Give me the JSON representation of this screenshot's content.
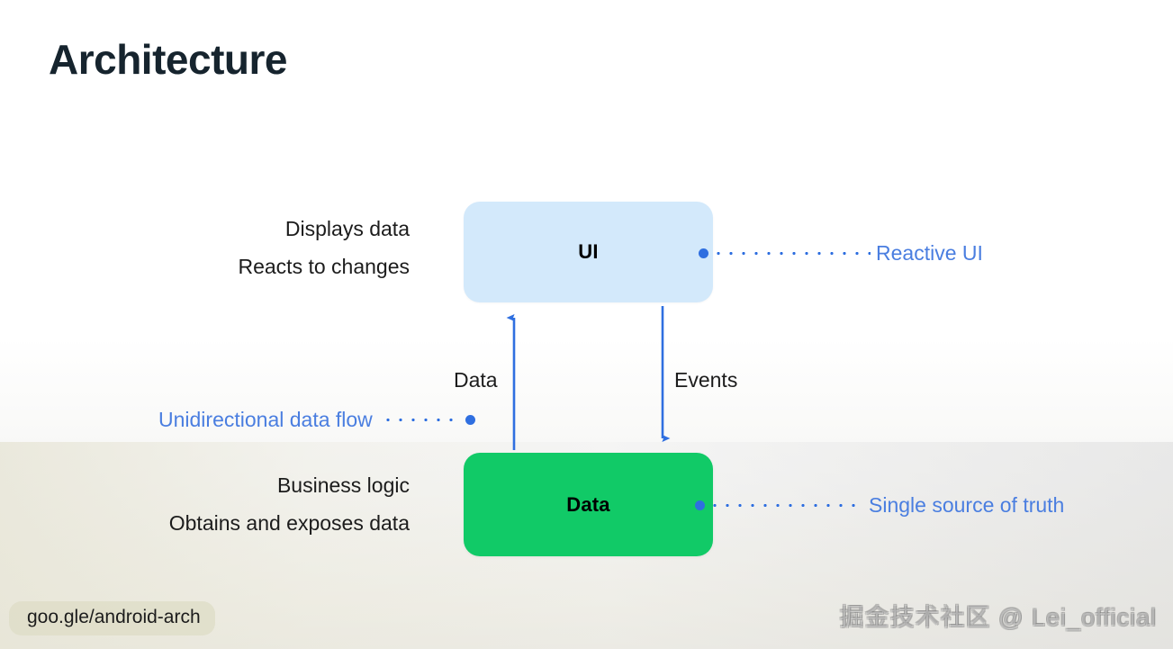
{
  "slide": {
    "title": "Architecture",
    "background_top": "#ffffff",
    "background_bottom": "#e7e5da"
  },
  "diagram": {
    "nodes": [
      {
        "id": "ui",
        "label": "UI",
        "color": "#d3e9fb",
        "text_color": "#000000",
        "descriptions": [
          "Displays data",
          "Reacts to changes"
        ]
      },
      {
        "id": "data",
        "label": "Data",
        "color": "#11ca67",
        "text_color": "#000000",
        "descriptions": [
          "Business logic",
          "Obtains and exposes data"
        ]
      }
    ],
    "edges": [
      {
        "id": "data-up",
        "label": "Data",
        "from": "data",
        "to": "ui",
        "direction": "up",
        "color": "#2f6fe0"
      },
      {
        "id": "events-down",
        "label": "Events",
        "from": "ui",
        "to": "data",
        "direction": "down",
        "color": "#2f6fe0"
      }
    ],
    "callouts": [
      {
        "id": "reactive-ui",
        "text": "Reactive UI",
        "anchor": "ui",
        "side": "right",
        "color": "#4a7ee0"
      },
      {
        "id": "single-source-of-truth",
        "text": "Single source of truth",
        "anchor": "data",
        "side": "right",
        "color": "#4a7ee0"
      },
      {
        "id": "unidirectional-data-flow",
        "text": "Unidirectional data flow",
        "anchor": "data-up",
        "side": "left",
        "color": "#4a7ee0"
      }
    ]
  },
  "footer": {
    "url": "goo.gle/android-arch",
    "watermark": "掘金技术社区 @ Lei_official"
  }
}
